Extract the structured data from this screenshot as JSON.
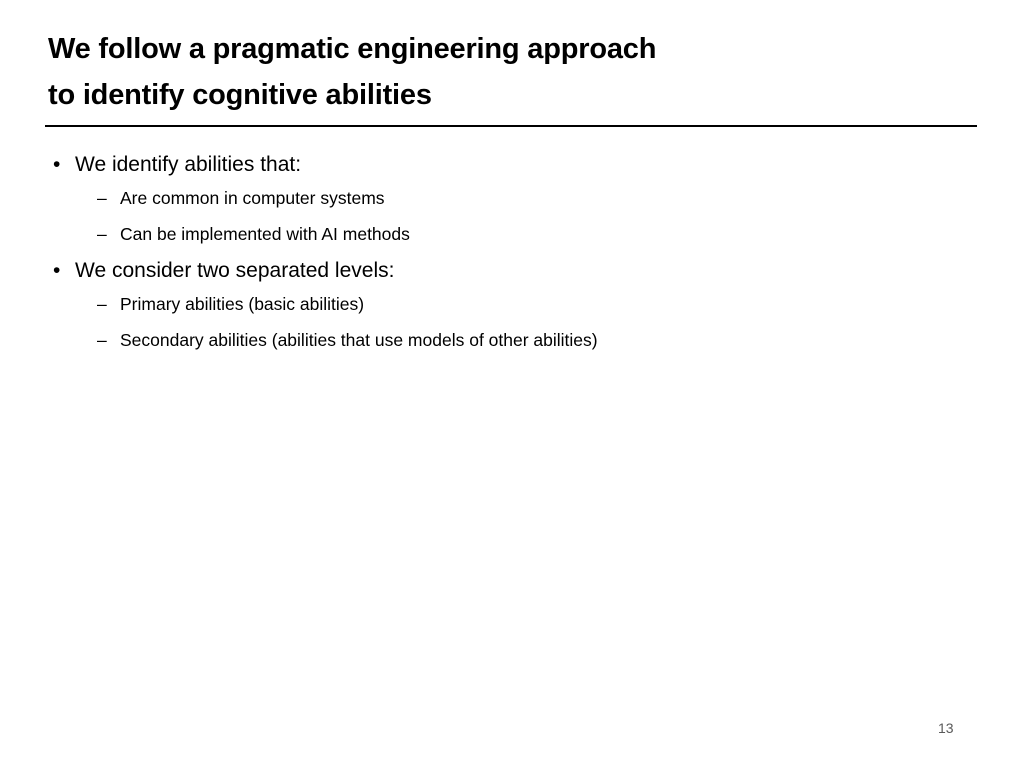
{
  "slide": {
    "title_line1": "We follow a pragmatic engineering approach",
    "title_line2": "to identify cognitive abilities",
    "bullets": [
      {
        "text": "We identify abilities that:",
        "subs": [
          "Are common in computer systems",
          "Can be implemented with AI methods"
        ]
      },
      {
        "text": "We consider two separated levels:",
        "subs": [
          "Primary abilities (basic abilities)",
          "Secondary abilities (abilities that use models of other abilities)"
        ]
      }
    ],
    "bullet_glyph": "•",
    "dash_glyph": "–",
    "page_number": "13"
  }
}
